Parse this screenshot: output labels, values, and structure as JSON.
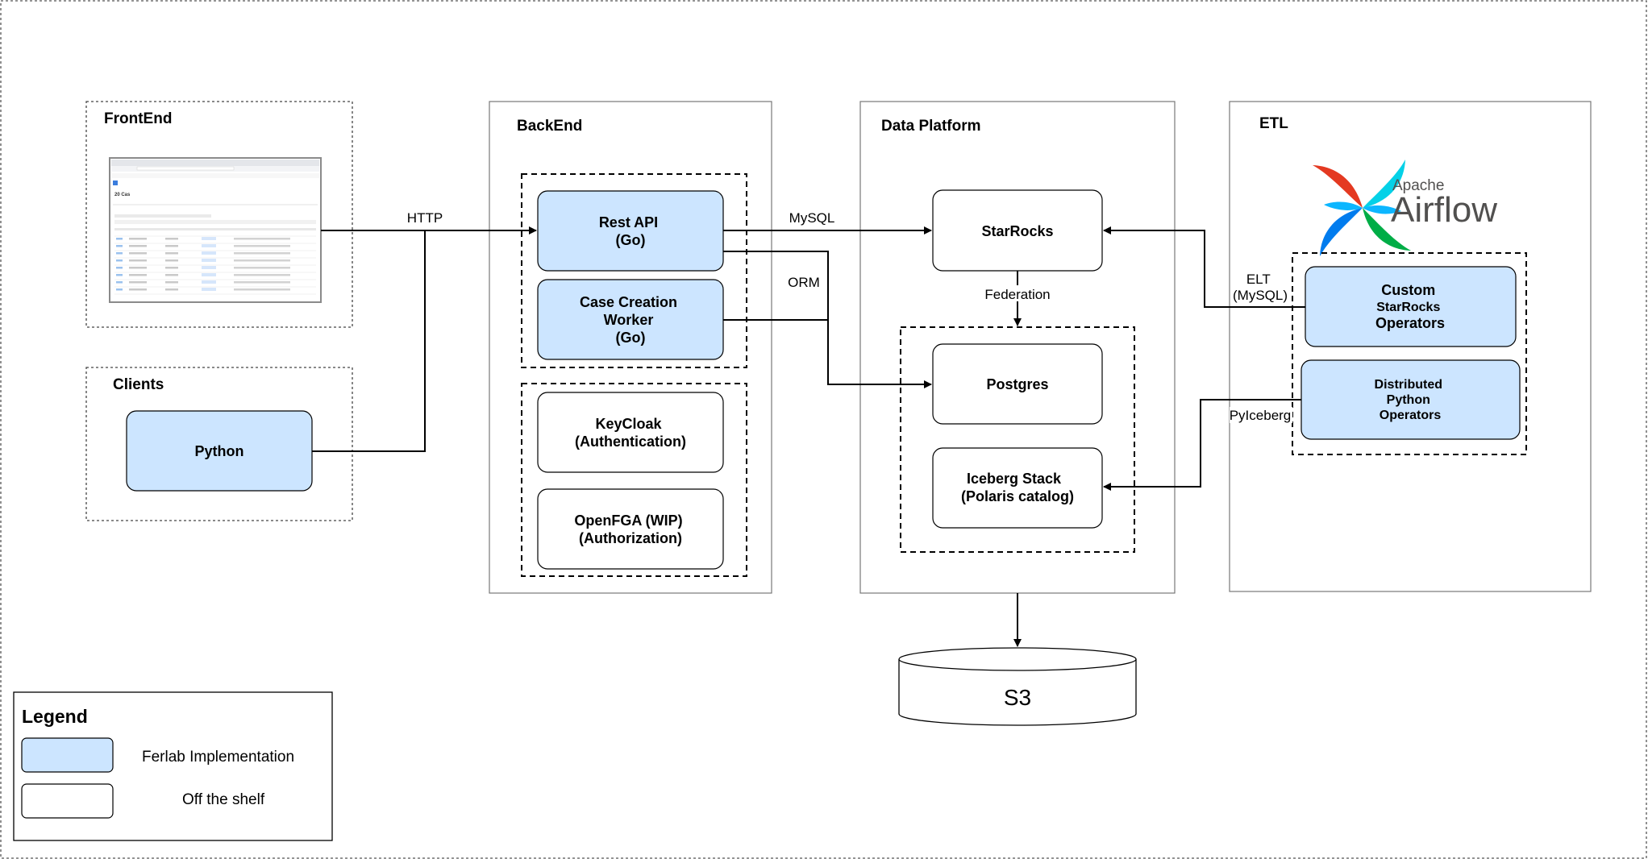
{
  "groups": {
    "frontend": "FrontEnd",
    "clients": "Clients",
    "backend": "BackEnd",
    "data_platform": "Data Platform",
    "etl": "ETL"
  },
  "nodes": {
    "python_client": "Python",
    "rest_api": [
      "Rest API",
      "(Go)"
    ],
    "case_worker": [
      "Case Creation",
      "Worker",
      "(Go)"
    ],
    "keycloak": [
      "KeyCloak",
      "(Authentication)"
    ],
    "openfga": [
      "OpenFGA (WIP)",
      "(Authorization)"
    ],
    "starrocks": "StarRocks",
    "postgres": "Postgres",
    "iceberg": [
      "Iceberg Stack",
      "(Polaris catalog)"
    ],
    "s3": "S3",
    "custom_ops": [
      "Custom",
      "StarRocks",
      "Operators"
    ],
    "dist_ops": [
      "Distributed",
      "Python",
      "Operators"
    ]
  },
  "edges": {
    "http": "HTTP",
    "mysql": "MySQL",
    "orm": "ORM",
    "federation": "Federation",
    "elt": [
      "ELT",
      "(MySQL)"
    ],
    "pyiceberg": "PyIceberg"
  },
  "logo": {
    "line1": "Apache",
    "line2": "Airflow",
    "colors": [
      "#e43921",
      "#00ad46",
      "#04d1e7",
      "#0cb6ff",
      "#017cee"
    ]
  },
  "screenshot_thumb": {
    "heading": "20 Cas"
  },
  "legend": {
    "title": "Legend",
    "items": [
      {
        "label": "Ferlab Implementation",
        "color": "#cce5ff"
      },
      {
        "label": "Off the shelf",
        "color": "#ffffff"
      }
    ]
  },
  "colors": {
    "implementation": "#cce5ff",
    "off_shelf": "#ffffff",
    "stroke": "#000000"
  }
}
